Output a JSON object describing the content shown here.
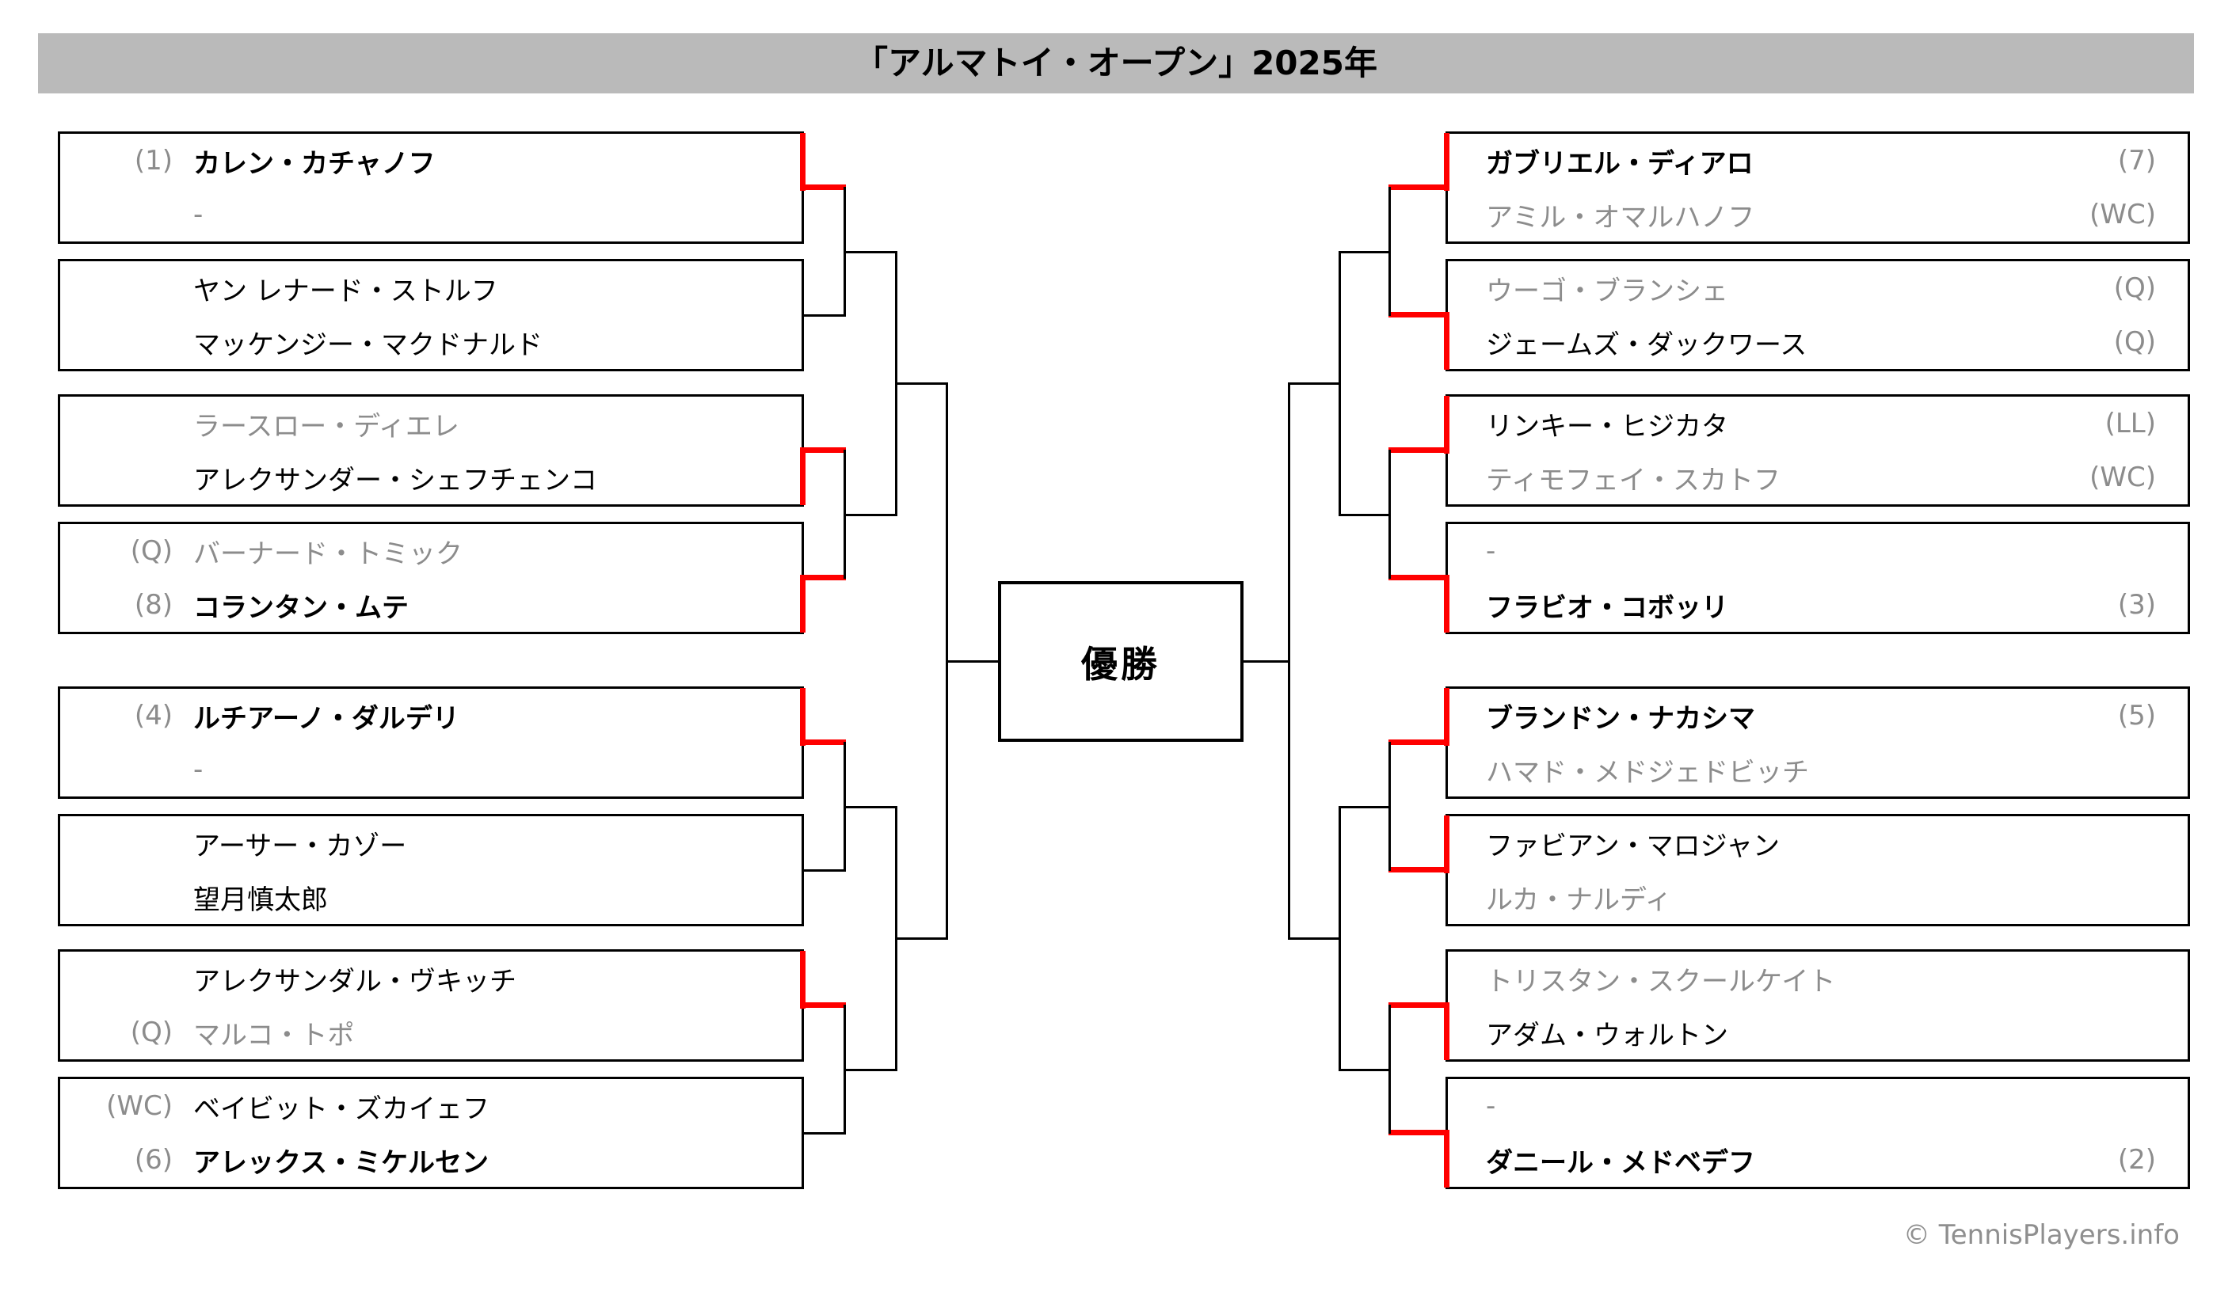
{
  "title": "「アルマトイ・オープン」2025年",
  "champion_label": "優勝",
  "footer": "© TennisPlayers.info",
  "colors": {
    "accent_red": "#ff0000",
    "title_bar_bg": "#bababa",
    "muted_text": "#8c8c8c",
    "line_black": "#000000",
    "page_bg": "#ffffff"
  },
  "left": [
    {
      "players": [
        {
          "tag": "(1)",
          "name": "カレン・カチャノフ",
          "emphasis": "bold"
        },
        {
          "tag": "",
          "name": "-",
          "emphasis": "muted"
        }
      ],
      "winner": "top"
    },
    {
      "players": [
        {
          "tag": "",
          "name": "ヤン レナード・ストルフ",
          "emphasis": "normal"
        },
        {
          "tag": "",
          "name": "マッケンジー・マクドナルド",
          "emphasis": "normal"
        }
      ],
      "winner": null
    },
    {
      "players": [
        {
          "tag": "",
          "name": "ラースロー・ディエレ",
          "emphasis": "muted"
        },
        {
          "tag": "",
          "name": "アレクサンダー・シェフチェンコ",
          "emphasis": "normal"
        }
      ],
      "winner": "bottom"
    },
    {
      "players": [
        {
          "tag": "(Q)",
          "name": "バーナード・トミック",
          "emphasis": "muted"
        },
        {
          "tag": "(8)",
          "name": "コランタン・ムテ",
          "emphasis": "bold"
        }
      ],
      "winner": "bottom"
    },
    {
      "players": [
        {
          "tag": "(4)",
          "name": "ルチアーノ・ダルデリ",
          "emphasis": "bold"
        },
        {
          "tag": "",
          "name": "-",
          "emphasis": "muted"
        }
      ],
      "winner": "top"
    },
    {
      "players": [
        {
          "tag": "",
          "name": "アーサー・カゾー",
          "emphasis": "normal"
        },
        {
          "tag": "",
          "name": "望月慎太郎",
          "emphasis": "normal"
        }
      ],
      "winner": null
    },
    {
      "players": [
        {
          "tag": "",
          "name": "アレクサンダル・ヴキッチ",
          "emphasis": "normal"
        },
        {
          "tag": "(Q)",
          "name": "マルコ・トポ",
          "emphasis": "muted"
        }
      ],
      "winner": "top"
    },
    {
      "players": [
        {
          "tag": "(WC)",
          "name": "ベイビット・ズカイェフ",
          "emphasis": "normal"
        },
        {
          "tag": "(6)",
          "name": "アレックス・ミケルセン",
          "emphasis": "bold"
        }
      ],
      "winner": null
    }
  ],
  "right": [
    {
      "players": [
        {
          "tag": "(7)",
          "name": "ガブリエル・ディアロ",
          "emphasis": "bold"
        },
        {
          "tag": "(WC)",
          "name": "アミル・オマルハノフ",
          "emphasis": "muted"
        }
      ],
      "winner": "top"
    },
    {
      "players": [
        {
          "tag": "(Q)",
          "name": "ウーゴ・ブランシェ",
          "emphasis": "muted"
        },
        {
          "tag": "(Q)",
          "name": "ジェームズ・ダックワース",
          "emphasis": "normal"
        }
      ],
      "winner": "bottom"
    },
    {
      "players": [
        {
          "tag": "(LL)",
          "name": "リンキー・ヒジカタ",
          "emphasis": "normal"
        },
        {
          "tag": "(WC)",
          "name": "ティモフェイ・スカトフ",
          "emphasis": "muted"
        }
      ],
      "winner": "top"
    },
    {
      "players": [
        {
          "tag": "",
          "name": "-",
          "emphasis": "muted"
        },
        {
          "tag": "(3)",
          "name": "フラビオ・コボッリ",
          "emphasis": "bold"
        }
      ],
      "winner": "bottom"
    },
    {
      "players": [
        {
          "tag": "(5)",
          "name": "ブランドン・ナカシマ",
          "emphasis": "bold"
        },
        {
          "tag": "",
          "name": "ハマド・メドジェドビッチ",
          "emphasis": "muted"
        }
      ],
      "winner": "top"
    },
    {
      "players": [
        {
          "tag": "",
          "name": "ファビアン・マロジャン",
          "emphasis": "normal"
        },
        {
          "tag": "",
          "name": "ルカ・ナルディ",
          "emphasis": "muted"
        }
      ],
      "winner": "top"
    },
    {
      "players": [
        {
          "tag": "",
          "name": "トリスタン・スクールケイト",
          "emphasis": "muted"
        },
        {
          "tag": "",
          "name": "アダム・ウォルトン",
          "emphasis": "normal"
        }
      ],
      "winner": "bottom"
    },
    {
      "players": [
        {
          "tag": "",
          "name": "-",
          "emphasis": "muted"
        },
        {
          "tag": "(2)",
          "name": "ダニール・メドベデフ",
          "emphasis": "bold"
        }
      ],
      "winner": "bottom"
    }
  ]
}
